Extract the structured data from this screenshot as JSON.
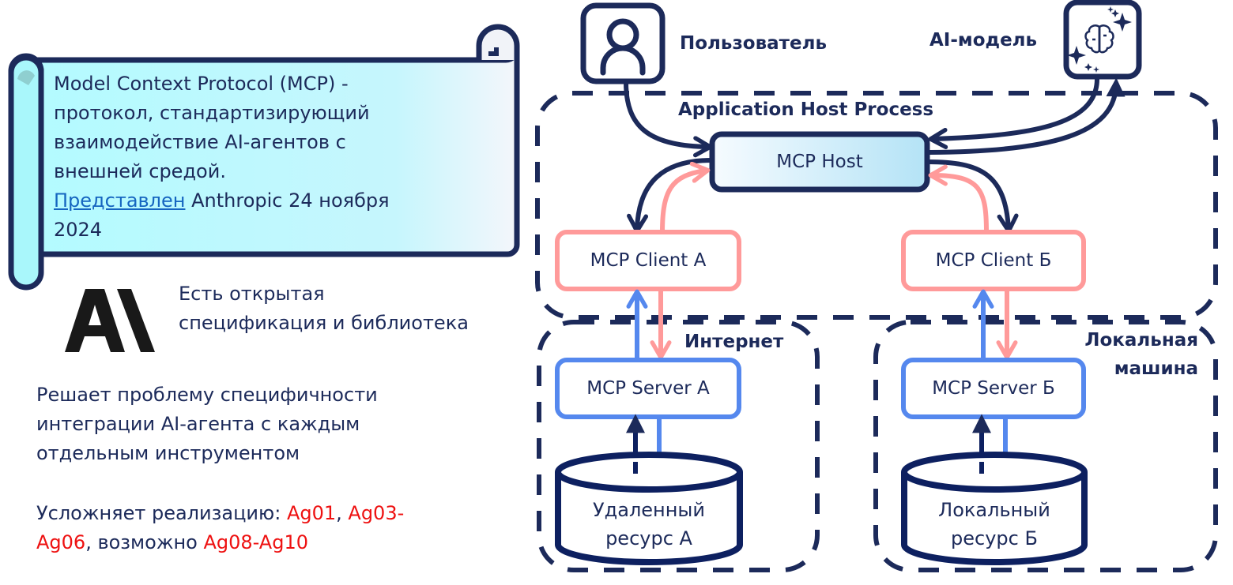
{
  "definition": {
    "lines": [
      "Model Context Protocol (MCP) -",
      "протокол, стандартизирующий",
      "взаимодействие AI-агентов с",
      "внешней средой."
    ],
    "presented_link": "Представлен",
    "presented_rest": " Anthropic 24 ноября",
    "presented_year": "2024"
  },
  "logo": {
    "text": "A\\",
    "icon": "anthropic-logo"
  },
  "open_spec": [
    "Есть открытая",
    "спецификация и библиотека"
  ],
  "solves": [
    "Решает проблему специфичности",
    "интеграции AI-агента с каждым",
    "отдельным инструментом"
  ],
  "complicates": {
    "prefix": "Усложняет реализацию: ",
    "r1": "Ag01",
    "sep1": ", ",
    "r2a": "Ag03-",
    "r2b": "Ag06",
    "mid": ", возможно ",
    "r3": "Ag08-Ag10"
  },
  "diagram": {
    "user_label": "Пользователь",
    "ai_label": "AI-модель",
    "app_host_label": "Application Host Process",
    "mcp_host": "MCP Host",
    "client_a": "MCP Client A",
    "client_b": "MCP Client Б",
    "internet_label": "Интернет",
    "local_label_1": "Локальная",
    "local_label_2": "машина",
    "server_a": "MCP Server A",
    "server_b": "MCP Server Б",
    "resource_a_1": "Удаленный",
    "resource_a_2": "ресурс А",
    "resource_b_1": "Локальный",
    "resource_b_2": "ресурс Б",
    "icons": {
      "user": "user-icon",
      "ai": "brain-sparkles-icon"
    }
  },
  "colors": {
    "navy": "#1c2a5a",
    "client": "#ff9a9a",
    "server": "#5588ee",
    "highlight_red": "#ee1111",
    "link": "#1565c0",
    "scroll_fill": "#b8fbff"
  }
}
